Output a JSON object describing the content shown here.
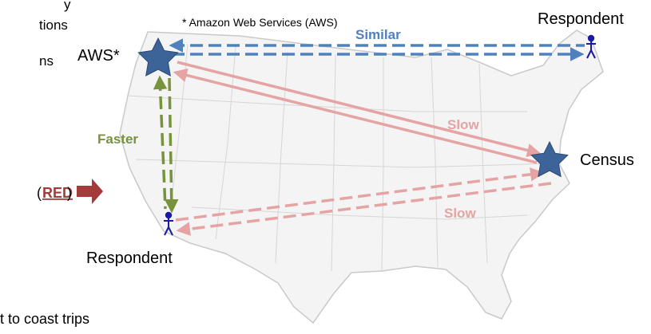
{
  "left_text_fragments": {
    "line1": "y",
    "line2": "tions",
    "line3": "ns",
    "red_label": "RED",
    "bottom": "t to coast trips"
  },
  "footnote": "* Amazon Web Services (AWS)",
  "nodes": {
    "aws": {
      "label": "AWS*",
      "icon": "star-icon"
    },
    "census": {
      "label": "Census",
      "icon": "star-icon"
    },
    "respondent_east": {
      "label": "Respondent",
      "icon": "person-icon"
    },
    "respondent_west": {
      "label": "Respondent",
      "icon": "person-icon"
    }
  },
  "edges": {
    "similar": {
      "label": "Similar",
      "color": "#4f81bd",
      "style": "dashed"
    },
    "faster": {
      "label": "Faster",
      "color": "#77933c",
      "style": "dashed"
    },
    "slow_solid": {
      "label": "Slow",
      "color": "#e6a3a3",
      "style": "solid"
    },
    "slow_dashed": {
      "label": "Slow",
      "color": "#e6a3a3",
      "style": "dashed"
    }
  },
  "colors": {
    "star": "#3c6498",
    "person": "#1a1aa6",
    "red_arrow": "#a33b3b",
    "map_fill": "#f4f4f4",
    "map_stroke": "#c9c9c9"
  }
}
